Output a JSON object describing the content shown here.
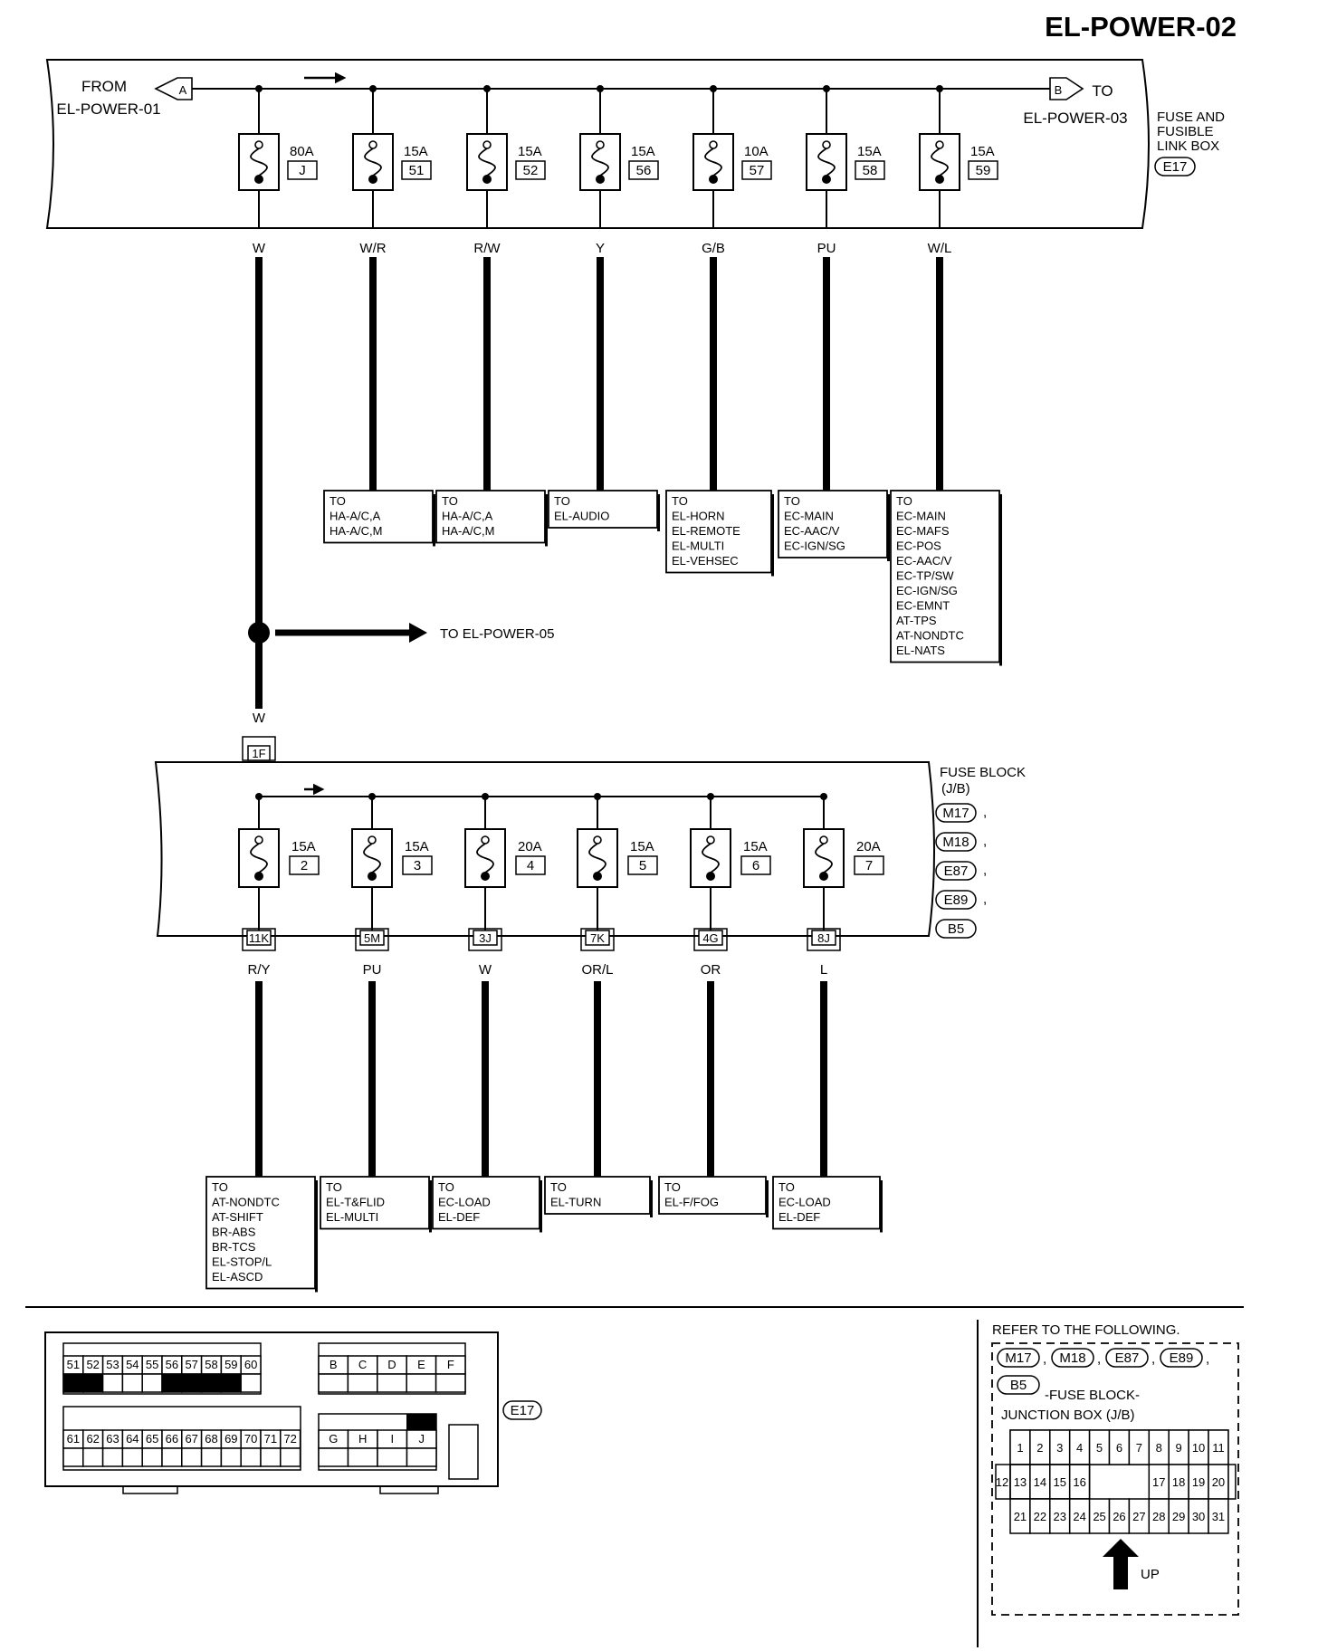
{
  "title": "EL-POWER-02",
  "top": {
    "from_label": "FROM",
    "from_ref": "EL-POWER-01",
    "connector_a": "A",
    "connector_b": "B",
    "to_label": "TO",
    "to_ref": "EL-POWER-03",
    "box_lines": [
      "FUSE AND",
      "FUSIBLE",
      "LINK BOX"
    ],
    "box_connector": "E17",
    "fuses": [
      {
        "amp": "80A",
        "id": "J",
        "wire": "W",
        "dest": []
      },
      {
        "amp": "15A",
        "id": "51",
        "wire": "W/R",
        "dest": [
          "TO",
          "HA-A/C,A",
          "HA-A/C,M"
        ]
      },
      {
        "amp": "15A",
        "id": "52",
        "wire": "R/W",
        "dest": [
          "TO",
          "HA-A/C,A",
          "HA-A/C,M"
        ]
      },
      {
        "amp": "15A",
        "id": "56",
        "wire": "Y",
        "dest": [
          "TO",
          "EL-AUDIO"
        ]
      },
      {
        "amp": "10A",
        "id": "57",
        "wire": "G/B",
        "dest": [
          "TO",
          "EL-HORN",
          "EL-REMOTE",
          "EL-MULTI",
          "EL-VEHSEC"
        ]
      },
      {
        "amp": "15A",
        "id": "58",
        "wire": "PU",
        "dest": [
          "TO",
          "EC-MAIN",
          "EC-AAC/V",
          "EC-IGN/SG"
        ]
      },
      {
        "amp": "15A",
        "id": "59",
        "wire": "W/L",
        "dest": [
          "TO",
          "EC-MAIN",
          "EC-MAFS",
          "EC-POS",
          "EC-AAC/V",
          "EC-TP/SW",
          "EC-IGN/SG",
          "EC-EMNT",
          "AT-TPS",
          "AT-NONDTC",
          "EL-NATS"
        ]
      }
    ]
  },
  "branch": {
    "to_text": "TO EL-POWER-05",
    "wire": "W",
    "connector": "1F"
  },
  "fuse_block": {
    "label_lines": [
      "FUSE BLOCK",
      "(J/B)"
    ],
    "connectors": [
      "M17",
      "M18",
      "E87",
      "E89",
      "B5"
    ],
    "fuses": [
      {
        "amp": "15A",
        "id": "2",
        "conn": "11K",
        "wire": "R/Y",
        "dest": [
          "TO",
          "AT-NONDTC",
          "AT-SHIFT",
          "BR-ABS",
          "BR-TCS",
          "EL-STOP/L",
          "EL-ASCD"
        ]
      },
      {
        "amp": "15A",
        "id": "3",
        "conn": "5M",
        "wire": "PU",
        "dest": [
          "TO",
          "EL-T&FLID",
          "EL-MULTI"
        ]
      },
      {
        "amp": "20A",
        "id": "4",
        "conn": "3J",
        "wire": "W",
        "dest": [
          "TO",
          "EC-LOAD",
          "EL-DEF"
        ]
      },
      {
        "amp": "15A",
        "id": "5",
        "conn": "7K",
        "wire": "OR/L",
        "dest": [
          "TO",
          "EL-TURN"
        ]
      },
      {
        "amp": "15A",
        "id": "6",
        "conn": "4G",
        "wire": "OR",
        "dest": [
          "TO",
          "EL-F/FOG"
        ]
      },
      {
        "amp": "20A",
        "id": "7",
        "conn": "8J",
        "wire": "L",
        "dest": [
          "TO",
          "EC-LOAD",
          "EL-DEF"
        ]
      }
    ]
  },
  "e17_face": {
    "label": "E17",
    "row1": [
      "51",
      "52",
      "53",
      "54",
      "55",
      "56",
      "57",
      "58",
      "59",
      "60"
    ],
    "row1_filled": [
      "51",
      "52",
      "56",
      "57",
      "58",
      "59"
    ],
    "row2": [
      "61",
      "62",
      "63",
      "64",
      "65",
      "66",
      "67",
      "68",
      "69",
      "70",
      "71",
      "72"
    ],
    "letters_top": [
      "B",
      "C",
      "D",
      "E",
      "F"
    ],
    "letters_bottom": [
      "G",
      "H",
      "I",
      "J"
    ]
  },
  "refer": {
    "heading": "REFER TO THE FOLLOWING.",
    "connectors": [
      "M17",
      "M18",
      "E87",
      "E89",
      "B5"
    ],
    "separator": ",",
    "desc_line1": "-FUSE BLOCK-",
    "desc_line2": "JUNCTION BOX (J/B)",
    "row1": [
      "1",
      "2",
      "3",
      "4",
      "5",
      "6",
      "7",
      "8",
      "9",
      "10",
      "11"
    ],
    "row2_left": [
      "12",
      "13",
      "14",
      "15",
      "16"
    ],
    "row2_right": [
      "17",
      "18",
      "19",
      "20"
    ],
    "row3": [
      "21",
      "22",
      "23",
      "24",
      "25",
      "26",
      "27",
      "28",
      "29",
      "30",
      "31"
    ],
    "up_label": "UP"
  }
}
